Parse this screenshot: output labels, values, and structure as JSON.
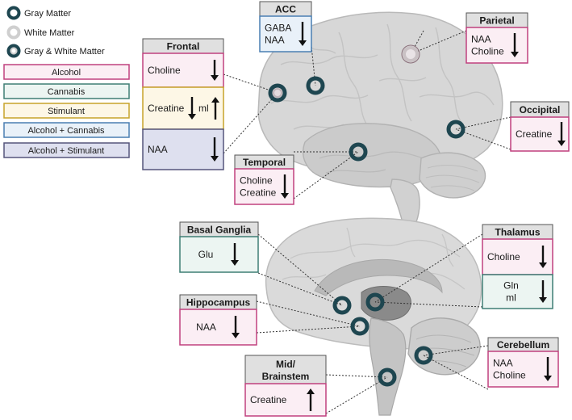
{
  "markers_legend": [
    {
      "label": "Gray Matter",
      "type": "gray"
    },
    {
      "label": "White Matter",
      "type": "white"
    },
    {
      "label": "Gray & White Matter",
      "type": "both"
    }
  ],
  "substances": [
    {
      "label": "Alcohol",
      "color": "#c0407e",
      "fill": "#fbeef4"
    },
    {
      "label": "Cannabis",
      "color": "#3f7f75",
      "fill": "#ecf5f2"
    },
    {
      "label": "Stimulant",
      "color": "#c7a32a",
      "fill": "#fdf7e6"
    },
    {
      "label": "Alcohol + Cannabis",
      "color": "#4a7fb2",
      "fill": "#e9f1f9"
    },
    {
      "label": "Alcohol + Stimulant",
      "color": "#55557c",
      "fill": "#dee0ef"
    }
  ],
  "colors": {
    "marker_dark": "#1e4650",
    "marker_ring_light": "#cfcfcf",
    "header_fill": "#e0e0e0",
    "header_border": "#555555"
  },
  "regions": {
    "acc": {
      "title": "ACC",
      "rows": [
        {
          "lines": [
            "GABA",
            "NAA"
          ],
          "arrow": "down",
          "substance": "Alcohol + Cannabis"
        }
      ]
    },
    "parietal": {
      "title": "Parietal",
      "rows": [
        {
          "lines": [
            "NAA",
            "Choline"
          ],
          "arrow": "down",
          "substance": "Alcohol"
        }
      ]
    },
    "frontal": {
      "title": "Frontal",
      "rows": [
        {
          "lines": [
            "Choline"
          ],
          "arrow": "down",
          "substance": "Alcohol"
        },
        {
          "lines": [
            "Creatine",
            "ml"
          ],
          "arrow": "down-up",
          "substance": "Stimulant"
        },
        {
          "lines": [
            "NAA"
          ],
          "arrow": "down",
          "substance": "Alcohol + Stimulant"
        }
      ]
    },
    "occipital": {
      "title": "Occipital",
      "rows": [
        {
          "lines": [
            "Creatine"
          ],
          "arrow": "down",
          "substance": "Alcohol"
        }
      ]
    },
    "temporal": {
      "title": "Temporal",
      "rows": [
        {
          "lines": [
            "Choline",
            "Creatine"
          ],
          "arrow": "down",
          "substance": "Alcohol"
        }
      ]
    },
    "basal_ganglia": {
      "title": "Basal Ganglia",
      "rows": [
        {
          "lines": [
            "Glu"
          ],
          "arrow": "down",
          "substance": "Cannabis"
        }
      ]
    },
    "thalamus": {
      "title": "Thalamus",
      "rows": [
        {
          "lines": [
            "Choline"
          ],
          "arrow": "down",
          "substance": "Alcohol"
        },
        {
          "lines": [
            "Gln",
            "ml"
          ],
          "arrow": "down",
          "substance": "Cannabis"
        }
      ]
    },
    "hippocampus": {
      "title": "Hippocampus",
      "rows": [
        {
          "lines": [
            "NAA"
          ],
          "arrow": "down",
          "substance": "Alcohol"
        }
      ]
    },
    "cerebellum": {
      "title": "Cerebellum",
      "rows": [
        {
          "lines": [
            "NAA",
            "Choline"
          ],
          "arrow": "down",
          "substance": "Alcohol"
        }
      ]
    },
    "mid_brainstem": {
      "title": "Mid/ Brainstem",
      "title_lines": [
        "Mid/",
        "Brainstem"
      ],
      "rows": [
        {
          "lines": [
            "Creatine"
          ],
          "arrow": "up",
          "substance": "Alcohol"
        }
      ]
    }
  }
}
